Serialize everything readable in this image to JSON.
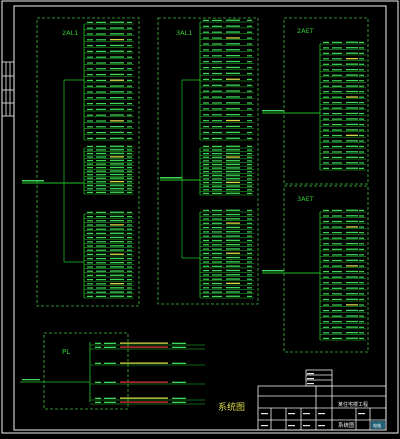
{
  "colors": {
    "background": "#000000",
    "frame": "#f2f2f2",
    "panel_border": "#3fbf3f",
    "wiring": "#22c72a",
    "row_text": "#3fd75a",
    "label": "#33cc33",
    "white_text": "#e8e8e8",
    "red_text": "#e0303a",
    "yellow_text": "#d8d84a",
    "cyan": "#3fb0d8"
  },
  "panels": {
    "p1": {
      "title": "2AL1"
    },
    "p2": {
      "title": "3AL1"
    },
    "p3": {
      "title": "2AET"
    },
    "p4": {
      "title": "3AET"
    },
    "p5": {
      "title": "PL"
    }
  },
  "drawing": {
    "title_cn": "系统图"
  },
  "title_block": {
    "project_name": "某住宅楼工程",
    "drawing_name": "系统图",
    "drawing_no": "电施"
  }
}
